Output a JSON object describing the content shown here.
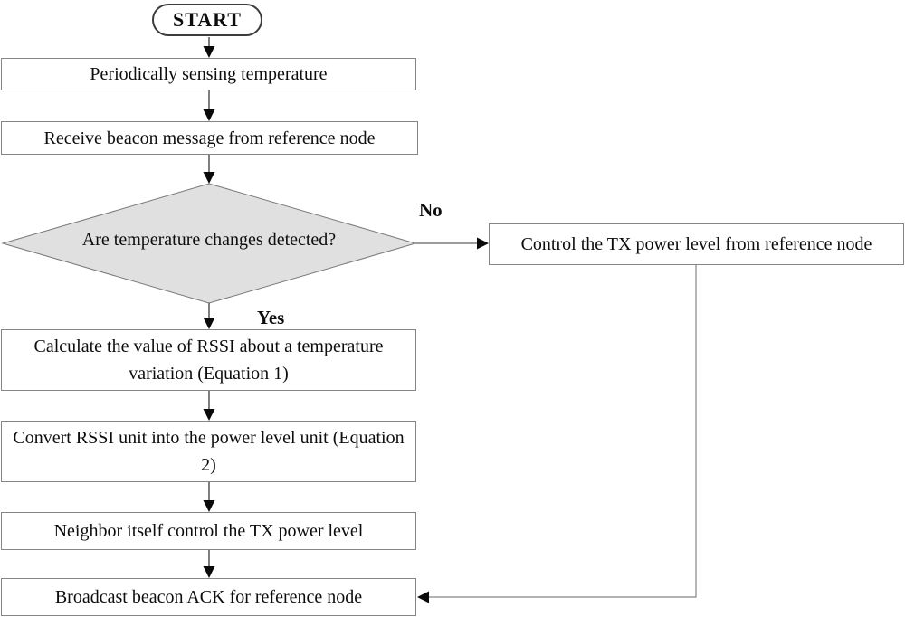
{
  "diagram": {
    "type": "flowchart",
    "colors": {
      "diamond_fill": "#e0e0e0",
      "diamond_stroke": "#787878",
      "box_border": "#858585",
      "flow_line": "#3a3a3a",
      "loop_line": "#858585",
      "arrowhead": "#0a0a0a"
    },
    "nodes": {
      "start": {
        "type": "terminator",
        "label": "START"
      },
      "sense": {
        "type": "process",
        "label": "Periodically sensing temperature"
      },
      "receive": {
        "type": "process",
        "label": "Receive beacon message from reference node"
      },
      "decision": {
        "type": "decision",
        "label": "Are temperature changes detected?"
      },
      "control_ref": {
        "type": "process",
        "label": "Control the TX power level from reference node"
      },
      "calculate": {
        "type": "process",
        "label": "Calculate the value of RSSI about a temperature variation (Equation 1)"
      },
      "convert": {
        "type": "process",
        "label": "Convert RSSI unit into the power level unit (Equation 2)"
      },
      "neighbor": {
        "type": "process",
        "label": "Neighbor itself control the TX power level"
      },
      "broadcast": {
        "type": "process",
        "label": "Broadcast beacon ACK for reference node"
      }
    },
    "edge_labels": {
      "no": "No",
      "yes": "Yes"
    },
    "flow": [
      "start -> sense -> receive -> decision",
      "decision -No-> control_ref -> broadcast",
      "decision -Yes-> calculate -> convert -> neighbor -> broadcast"
    ]
  }
}
